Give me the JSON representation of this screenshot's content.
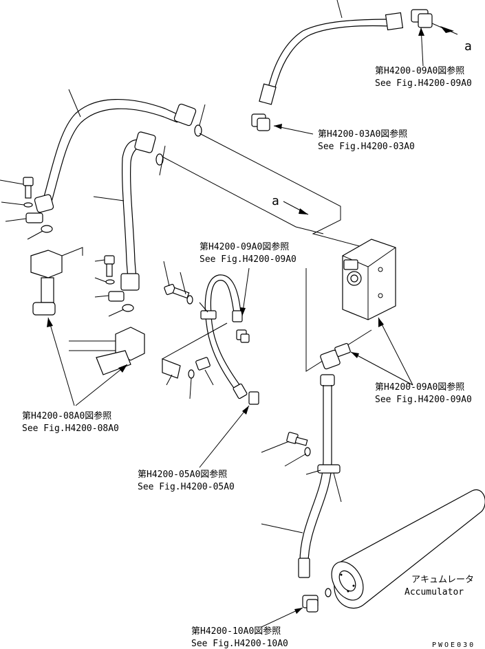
{
  "refs": {
    "ref_09a0_top": {
      "jp": "第H4200-09A0図参照",
      "en": "See Fig.H4200-09A0"
    },
    "ref_03a0": {
      "jp": "第H4200-03A0図参照",
      "en": "See Fig.H4200-03A0"
    },
    "ref_09a0_mid": {
      "jp": "第H4200-09A0図参照",
      "en": "See Fig.H4200-09A0"
    },
    "ref_09a0_right": {
      "jp": "第H4200-09A0図参照",
      "en": "See Fig.H4200-09A0"
    },
    "ref_08a0": {
      "jp": "第H4200-08A0図参照",
      "en": "See Fig.H4200-08A0"
    },
    "ref_05a0": {
      "jp": "第H4200-05A0図参照",
      "en": "See Fig.H4200-05A0"
    },
    "ref_10a0": {
      "jp": "第H4200-10A0図参照",
      "en": "See Fig.H4200-10A0"
    }
  },
  "markers": {
    "a_top": "a",
    "a_mid": "a"
  },
  "accumulator": {
    "jp": "アキュムレータ",
    "en": "Accumulator"
  },
  "drawing_code": "PWOE030"
}
